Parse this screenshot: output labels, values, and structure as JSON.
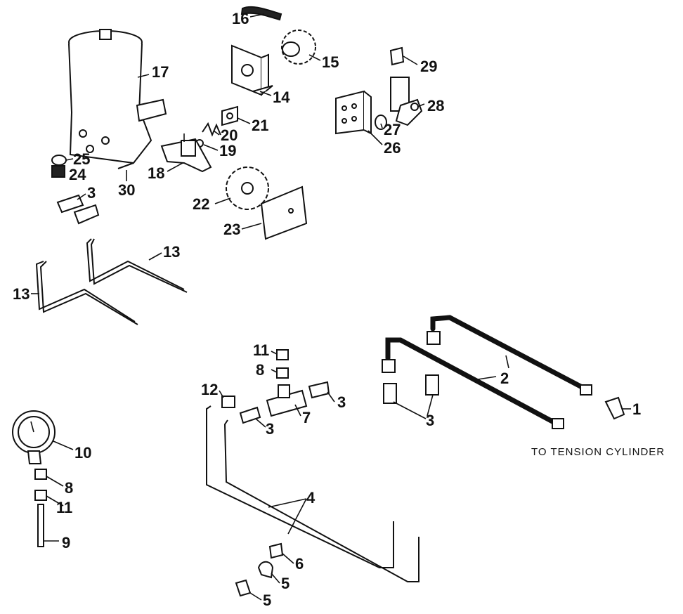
{
  "caption": "TO TENSION CYLINDER",
  "callouts": [
    "16",
    "15",
    "17",
    "14",
    "29",
    "28",
    "21",
    "20",
    "19",
    "27",
    "26",
    "25",
    "24",
    "18",
    "30",
    "3",
    "22",
    "23",
    "13",
    "13",
    "11",
    "8",
    "2",
    "12",
    "3",
    "7",
    "3",
    "1",
    "3",
    "10",
    "8",
    "11",
    "4",
    "9",
    "6",
    "5",
    "5"
  ]
}
